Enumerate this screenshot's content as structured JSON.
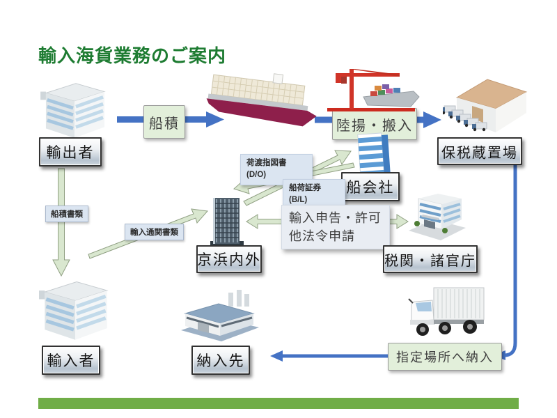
{
  "title": "輸入海貨業務のご案内",
  "nodes": {
    "exporter": "輸出者",
    "bonded_warehouse": "保税蔵置場",
    "shipping_company": "船会社",
    "keihin_naigai": "京浜内外",
    "customs_offices": "税関・諸官庁",
    "importer": "輸入者",
    "delivery_destination": "納入先"
  },
  "flows": {
    "loading": "船積",
    "landing_carry_in": "陸揚・搬入",
    "deliver_to_designated_place": "指定場所へ納入",
    "shipping_documents": "船積書類",
    "import_customs_documents": "輸入通関書類"
  },
  "documents": {
    "delivery_order": {
      "name": "荷渡指図書",
      "abbr": "(D/O)"
    },
    "bill_of_lading": {
      "name": "船荷証券",
      "abbr": "(B/L)"
    },
    "import_declaration": {
      "line1": "輸入申告・許可",
      "line2": "他法令申請"
    }
  },
  "icons": {
    "exporter": "office-building-icon",
    "ship": "container-ship-icon",
    "crane": "gantry-crane-unloading-icon",
    "warehouse": "warehouse-trucks-icon",
    "shipping_company": "blue-tower-icon",
    "keihin": "highrise-building-icon",
    "customs": "government-building-icon",
    "importer": "office-building-icon",
    "factory": "factory-icon",
    "truck": "box-truck-icon"
  },
  "colors": {
    "title_green": "#1e7c32",
    "arrow_blue": "#4472C4",
    "green_arrow_fill": "#d9e7cf",
    "green_arrow_stroke": "#8f9f82",
    "process_box_bg": "#e2efda",
    "doc_box_bg": "#dbe5f1",
    "footer_bar_green": "#70ad47"
  }
}
